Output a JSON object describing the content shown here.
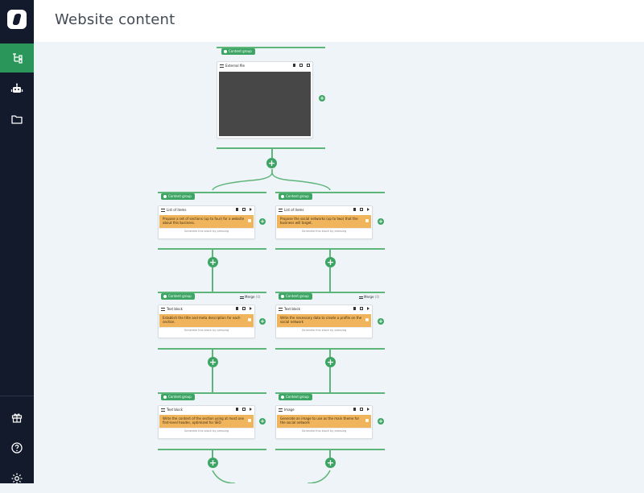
{
  "header": {
    "title": "Website content"
  },
  "sidebar": {
    "items": [
      {
        "name": "flows",
        "icon": "flow-tree-icon",
        "active": true
      },
      {
        "name": "bots",
        "icon": "robot-icon",
        "active": false
      },
      {
        "name": "files",
        "icon": "folder-icon",
        "active": false
      }
    ],
    "bottom_items": [
      {
        "name": "gifts",
        "icon": "gift-icon"
      },
      {
        "name": "help",
        "icon": "help-circle-icon"
      },
      {
        "name": "settings",
        "icon": "gear-icon"
      }
    ]
  },
  "flow": {
    "group_label": "Content group",
    "merge_label": "Merge",
    "merge_count": "(0)",
    "footer_text": "Generate this block by pressing",
    "add_symbol": "+",
    "top_block": {
      "title": "External file"
    },
    "left_column": [
      {
        "title": "List of items",
        "prompt": "Propose a set of sections (up to four) for a website about this business."
      },
      {
        "title": "Text block",
        "prompt": "Establish the title and meta description for each section."
      },
      {
        "title": "Text block",
        "prompt": "Write the content of the section using at most one first-level header, optimized for SEO"
      }
    ],
    "right_column": [
      {
        "title": "List of items",
        "prompt": "Propose the social networks (up to two) that the business will target."
      },
      {
        "title": "Text block",
        "prompt": "Write the necessary data to create a profile on the social network"
      },
      {
        "title": "Image",
        "prompt": "Generate an image to use as the main theme for the social network"
      }
    ]
  }
}
